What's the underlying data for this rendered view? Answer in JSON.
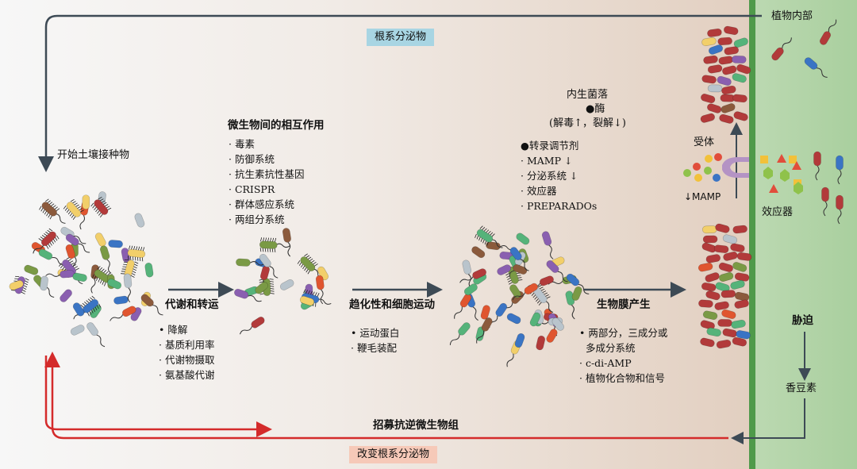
{
  "labels": {
    "plant_interior": "植物内部",
    "root_exudates": "根系分泌物",
    "soil_inoculum": "开始土壤接种物",
    "microbe_interactions_title": "微生物间的相互作用",
    "endophytic_community": "内生菌落",
    "enzymes": "●酶",
    "enzyme_detail": "(解毒↑，裂解↓)",
    "receptor": "受体",
    "mamp_down": "↓MAMP",
    "effector": "效应器",
    "metabolism_transport": "代谢和转运",
    "chemotaxis_motility": "趋化性和细胞运动",
    "biofilm_production": "生物膜产生",
    "stress": "胁迫",
    "coumestrol": "香豆素",
    "recruit_stress_microbiome": "招募抗逆微生物组",
    "altered_root_exudates": "改变根系分泌物"
  },
  "lists": {
    "interactions": [
      "· 毒素",
      "· 防御系统",
      "· 抗生素抗性基因",
      "· CRISPR",
      "· 群体感应系统",
      "· 两组分系统"
    ],
    "regulators": [
      "●转录调节剂",
      "· MAMP ↓",
      "· 分泌系统 ↓",
      "· 效应器",
      "· PREPARADOs"
    ],
    "metabolism": [
      "• 降解",
      "· 基质利用率",
      "· 代谢物摄取",
      "· 氨基酸代谢"
    ],
    "motility": [
      "• 运动蛋白",
      "· 鞭毛装配"
    ],
    "biofilm": [
      "• 两部分，三成分或",
      "  多成分系统",
      "· c-di-AMP",
      "· 植物化合物和信号"
    ]
  },
  "colors": {
    "arrow_dark": "#3d4a55",
    "arrow_red": "#d42b2b",
    "root_exudates_box": "#a8d5e3",
    "altered_box": "#f6c9b8",
    "plant_tissue": "#b4d6aa",
    "cell_wall": "#4f9a4a",
    "bacteria": [
      "#e0552f",
      "#3a74c4",
      "#7a9a45",
      "#f2cf6a",
      "#8a5fb0",
      "#b23a3a",
      "#55b37a",
      "#8b5a3c",
      "#b9c4cc"
    ]
  }
}
